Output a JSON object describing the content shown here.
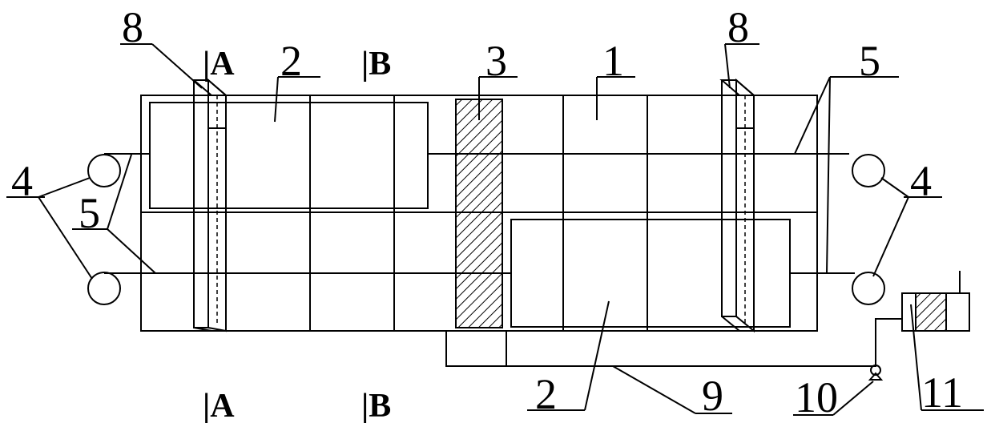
{
  "labels": {
    "n1": "1",
    "n2_top": "2",
    "n2_bottom": "2",
    "n3": "3",
    "n4_left": "4",
    "n4_right": "4",
    "n5_left": "5",
    "n5_right": "5",
    "n8_left": "8",
    "n8_right": "8",
    "n9": "9",
    "n10": "10",
    "n11": "11"
  },
  "sections": {
    "a_top": "|A",
    "b_top": "|B",
    "a_bottom": "|A",
    "b_bottom": "|B"
  }
}
